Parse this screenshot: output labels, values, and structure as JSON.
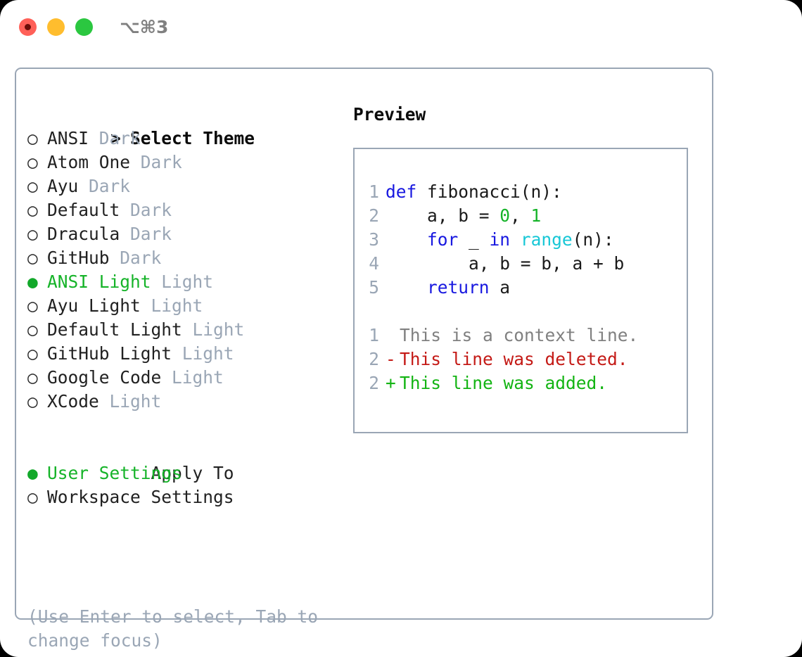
{
  "window": {
    "shortcut": "⌥⌘3",
    "traffic_lights": [
      {
        "name": "close",
        "color": "#ff6058"
      },
      {
        "name": "minimize",
        "color": "#ffbd2e"
      },
      {
        "name": "maximize",
        "color": "#2bc740"
      }
    ]
  },
  "theme_picker": {
    "heading_marker": ">",
    "heading": "Select Theme",
    "items": [
      {
        "marker": "○",
        "name": "ANSI",
        "variant": "Dark",
        "selected": false
      },
      {
        "marker": "○",
        "name": "Atom One",
        "variant": "Dark",
        "selected": false
      },
      {
        "marker": "○",
        "name": "Ayu",
        "variant": "Dark",
        "selected": false
      },
      {
        "marker": "○",
        "name": "Default",
        "variant": "Dark",
        "selected": false
      },
      {
        "marker": "○",
        "name": "Dracula",
        "variant": "Dark",
        "selected": false
      },
      {
        "marker": "○",
        "name": "GitHub",
        "variant": "Dark",
        "selected": false
      },
      {
        "marker": "●",
        "name": "ANSI Light",
        "variant": "Light",
        "selected": true
      },
      {
        "marker": "○",
        "name": "Ayu Light",
        "variant": "Light",
        "selected": false
      },
      {
        "marker": "○",
        "name": "Default Light",
        "variant": "Light",
        "selected": false
      },
      {
        "marker": "○",
        "name": "GitHub Light",
        "variant": "Light",
        "selected": false
      },
      {
        "marker": "○",
        "name": "Google Code",
        "variant": "Light",
        "selected": false
      },
      {
        "marker": "○",
        "name": "XCode",
        "variant": "Light",
        "selected": false
      }
    ]
  },
  "apply_to": {
    "heading": "Apply To",
    "options": [
      {
        "marker": "●",
        "label": "User Settings",
        "selected": true
      },
      {
        "marker": "○",
        "label": "Workspace Settings",
        "selected": false
      }
    ]
  },
  "hint": "(Use Enter to select, Tab to change focus)",
  "preview": {
    "title": "Preview",
    "code_lines": [
      {
        "number": "1",
        "tokens": [
          {
            "t": "def",
            "c": "kw"
          },
          {
            "t": " fibonacci(n):",
            "c": "plain"
          }
        ]
      },
      {
        "number": "2",
        "tokens": [
          {
            "t": "    a, b = ",
            "c": "plain"
          },
          {
            "t": "0",
            "c": "num"
          },
          {
            "t": ", ",
            "c": "plain"
          },
          {
            "t": "1",
            "c": "num"
          }
        ]
      },
      {
        "number": "3",
        "tokens": [
          {
            "t": "    ",
            "c": "plain"
          },
          {
            "t": "for",
            "c": "kw"
          },
          {
            "t": " _ ",
            "c": "plain"
          },
          {
            "t": "in",
            "c": "kw"
          },
          {
            "t": " ",
            "c": "plain"
          },
          {
            "t": "range",
            "c": "bi"
          },
          {
            "t": "(n):",
            "c": "plain"
          }
        ]
      },
      {
        "number": "4",
        "tokens": [
          {
            "t": "        a, b = b, a + b",
            "c": "plain"
          }
        ]
      },
      {
        "number": "5",
        "tokens": [
          {
            "t": "    ",
            "c": "plain"
          },
          {
            "t": "return",
            "c": "kw"
          },
          {
            "t": " a",
            "c": "plain"
          }
        ]
      }
    ],
    "diff_lines": [
      {
        "number": "1",
        "sign": " ",
        "text": "This is a context line.",
        "kind": "context"
      },
      {
        "number": "2",
        "sign": "-",
        "text": "This line was deleted.",
        "kind": "deleted"
      },
      {
        "number": "2",
        "sign": "+",
        "text": "This line was added.",
        "kind": "added"
      }
    ]
  },
  "colors": {
    "accent_green": "#15b328",
    "muted": "#9aa6b5",
    "keyword_blue": "#1818e0",
    "builtin_cyan": "#17c7d6",
    "diff_deleted": "#c41a16",
    "diff_added": "#13b413",
    "border": "#9aa6b5"
  }
}
